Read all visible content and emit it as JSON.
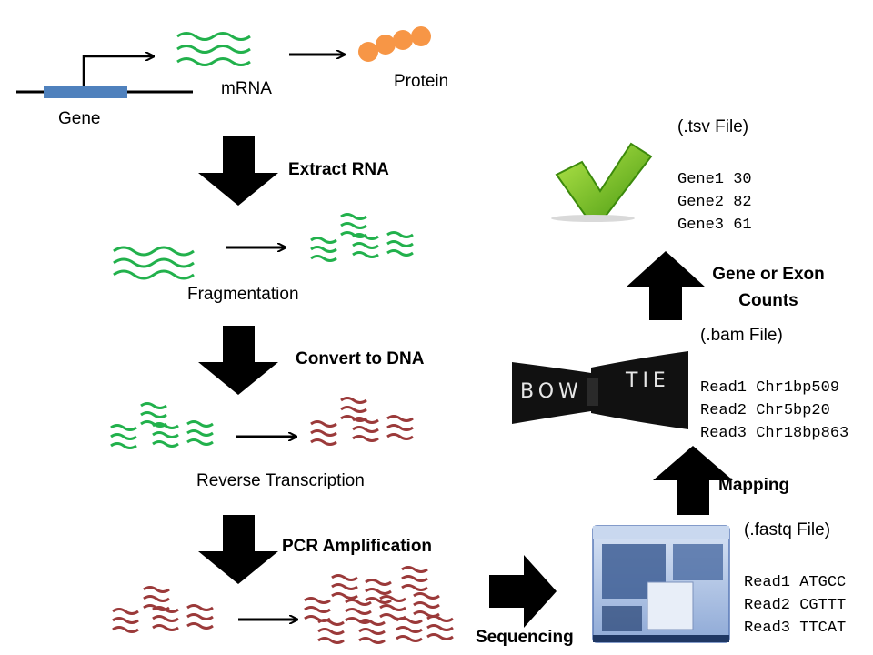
{
  "top": {
    "gene_label": "Gene",
    "mrna_label": "mRNA",
    "protein_label": "Protein"
  },
  "steps": {
    "extract": "Extract RNA",
    "fragmentation": "Fragmentation",
    "convert": "Convert to DNA",
    "reverse_transcription": "Reverse Transcription",
    "pcr": "PCR Amplification",
    "sequencing": "Sequencing",
    "mapping": "Mapping",
    "counts_line1": "Gene or Exon",
    "counts_line2": "Counts"
  },
  "files": {
    "fastq": {
      "title": "(.fastq File)",
      "rows": [
        "Read1 ATGCC",
        "Read2 CGTTT",
        "Read3 TTCAT"
      ]
    },
    "bam": {
      "title": "(.bam File)",
      "rows": [
        "Read1 Chr1bp509",
        "Read2 Chr5bp20",
        "Read3 Chr18bp863"
      ]
    },
    "tsv": {
      "title": "(.tsv File)",
      "rows": [
        "Gene1 30",
        "Gene2 82",
        "Gene3 61"
      ]
    }
  },
  "bowtie_logo": {
    "left": "BOW",
    "right": "TIE"
  },
  "colors": {
    "rna": "#22b14c",
    "dna": "#9b3a3a",
    "gene_bar": "#4f81bd",
    "protein": "#f79646",
    "arrow": "#000000",
    "check": "#7cc223"
  }
}
